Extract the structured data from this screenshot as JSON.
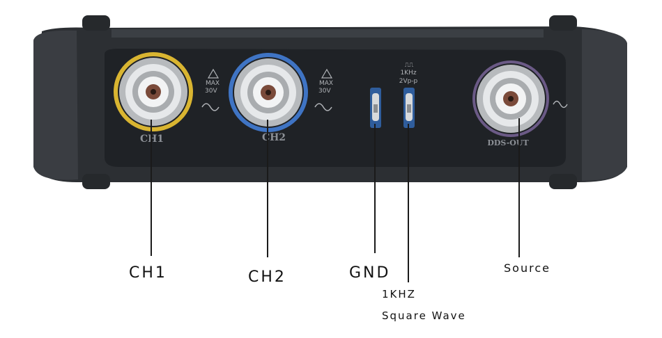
{
  "device": {
    "colors": {
      "body": "#2c2f33",
      "panel": "#1f2226",
      "ch1_ring": "#d9b531",
      "ch2_ring": "#3f74c4",
      "dds_ring": "#6b5a86",
      "metal": "#cfd2d4",
      "label_text": "#8c9096"
    },
    "panel_labels": {
      "ch1": "CH1",
      "ch2": "CH2",
      "dds": "DDS-OUT",
      "max_1": "MAX",
      "volt_1": "30V",
      "max_2": "MAX",
      "volt_2": "30V",
      "sq_wave": "⎍⎍",
      "freq": "1KHz",
      "vpp": "2Vp-p"
    }
  },
  "callouts": {
    "ch1": "CH1",
    "ch2": "CH2",
    "gnd": "GND",
    "source": "Source",
    "sq_line1": "1KHZ",
    "sq_line2": "Square Wave"
  }
}
